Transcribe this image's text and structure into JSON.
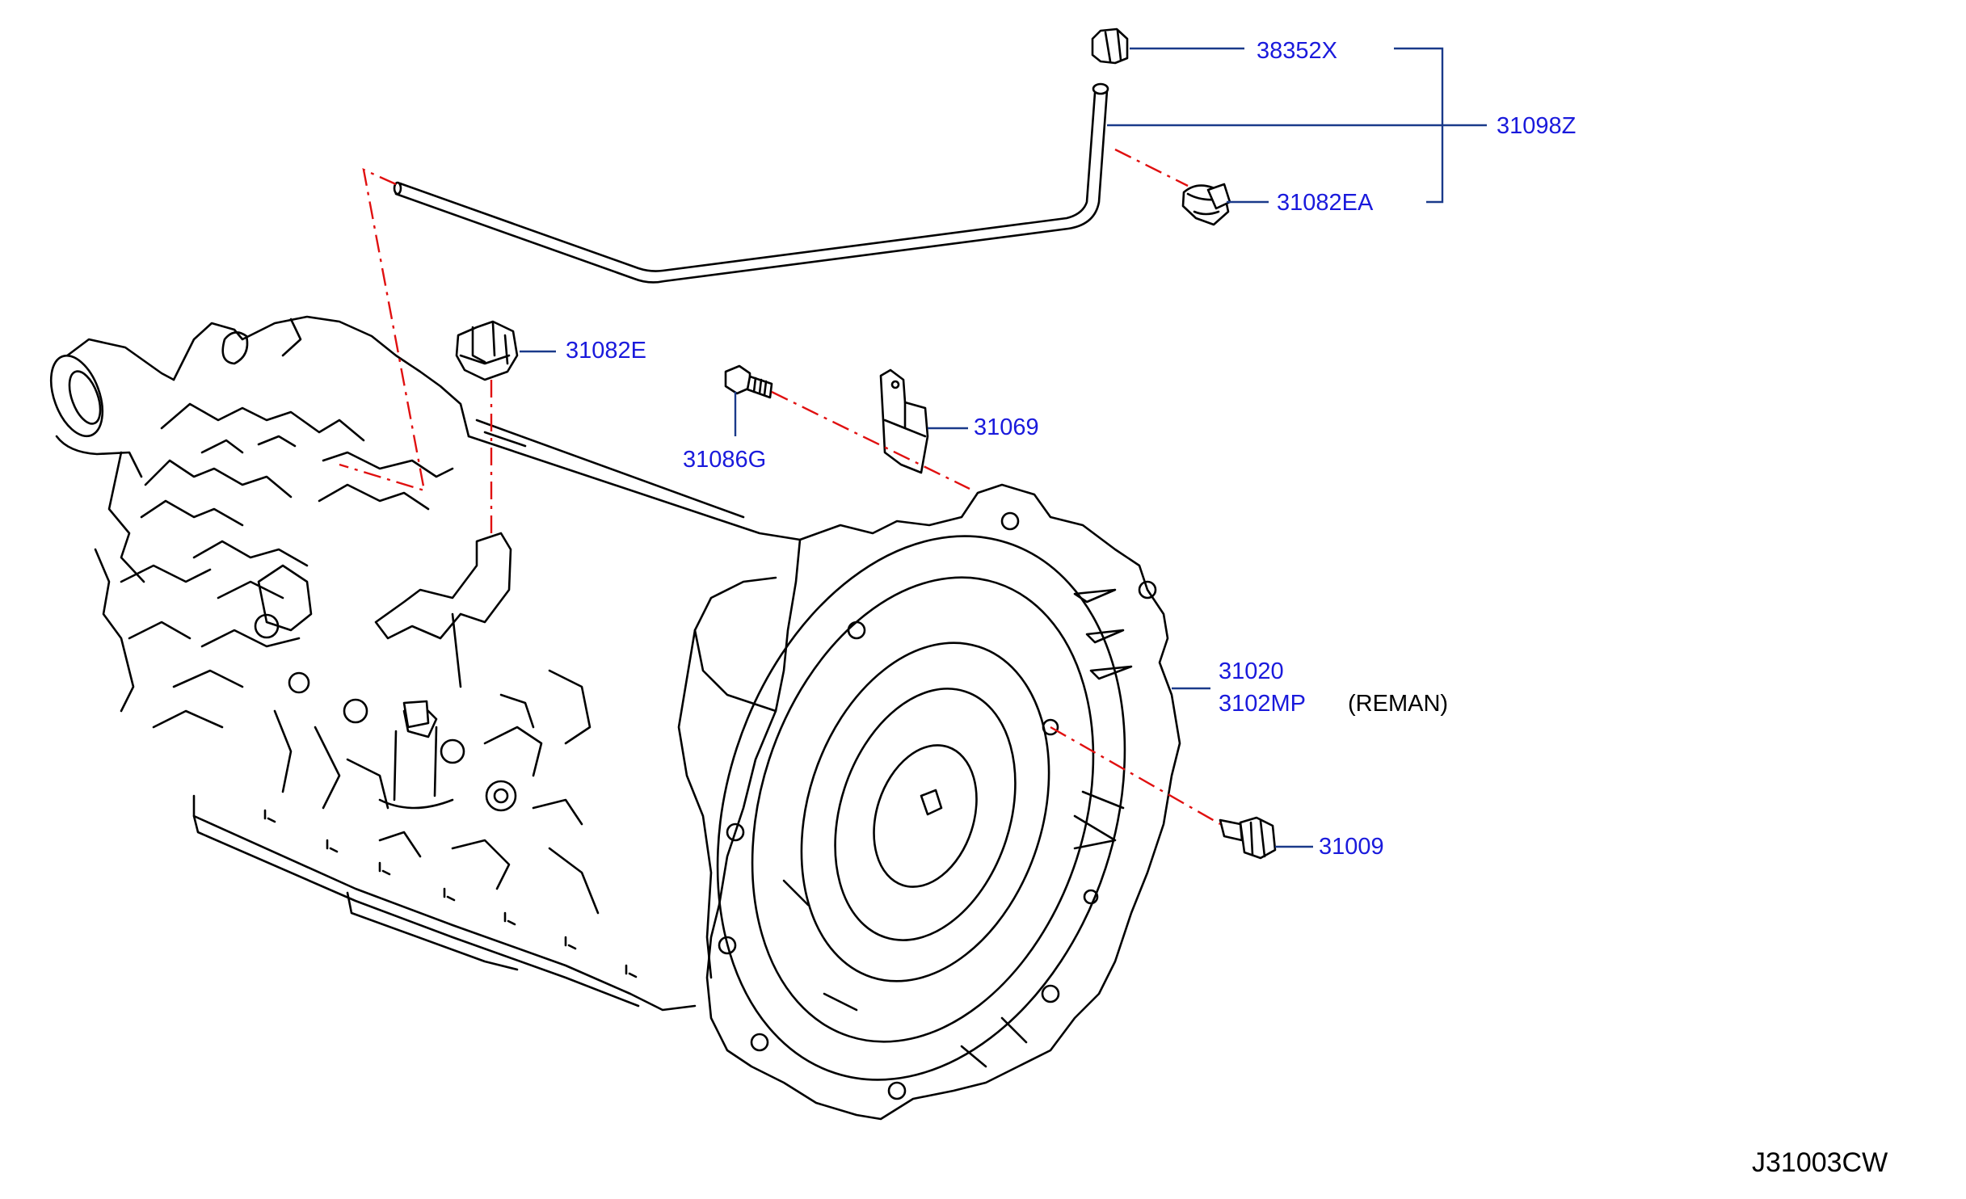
{
  "diagram": {
    "colors": {
      "label": "#1a1adc",
      "leader": "#1a3a8a",
      "dash": "#e01010",
      "ink": "#000000"
    },
    "parts": {
      "p38352x": "38352X",
      "p31098z": "31098Z",
      "p31082ea": "31082EA",
      "p31082e": "31082E",
      "p31086g": "31086G",
      "p31069": "31069",
      "p31020": "31020",
      "p3102mp": "3102MP",
      "p31009": "31009"
    },
    "remark_reman": "(REMAN)",
    "diagram_id": "J31003CW"
  }
}
